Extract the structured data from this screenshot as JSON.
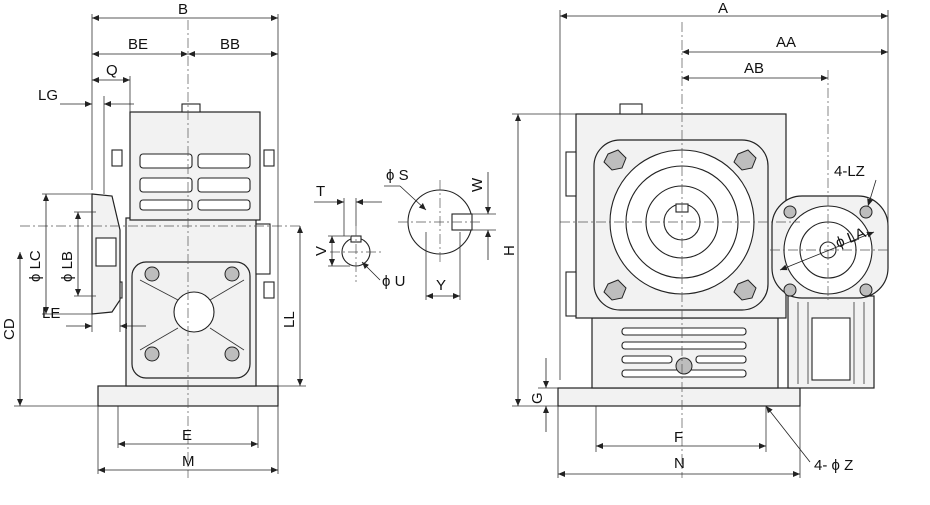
{
  "labels": {
    "B": "B",
    "BE": "BE",
    "BB": "BB",
    "Q": "Q",
    "LG": "LG",
    "LC": "ϕ LC",
    "LB": "ϕ LB",
    "LE": "LE",
    "CD": "CD",
    "LL": "LL",
    "E": "E",
    "M": "M",
    "T": "T",
    "V": "V",
    "U": "ϕ U",
    "S": "ϕ S",
    "W": "W",
    "Y": "Y",
    "A": "A",
    "AA": "AA",
    "AB": "AB",
    "H": "H",
    "G": "G",
    "F": "F",
    "N": "N",
    "LZ": "4-LZ",
    "LA": "ϕ LA",
    "Z": "4- ϕ Z"
  }
}
